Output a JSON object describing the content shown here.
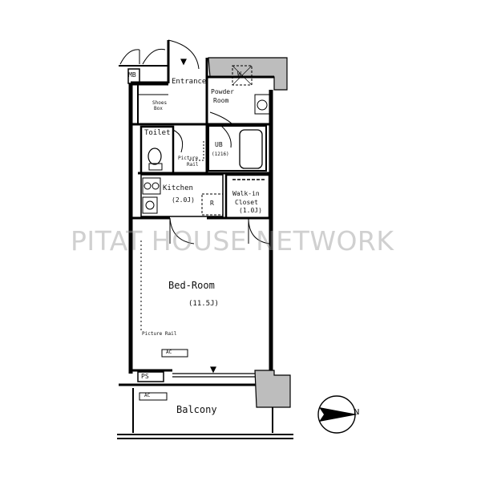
{
  "watermark": "PITAT HOUSE NETWORK",
  "rooms": {
    "entrance": "Entrance",
    "powder_room_line1": "Powder",
    "powder_room_line2": "Room",
    "w_mark": "W",
    "mb": "MB",
    "shoes_box_line1": "Shoes",
    "shoes_box_line2": "Box",
    "toilet": "Toilet",
    "ub_line1": "UB",
    "ub_line2": "(1216)",
    "picture_rail_upper_line1": "Picture",
    "picture_rail_upper_line2": "Rail",
    "kitchen": "Kitchen",
    "kitchen_size": "(2.0J)",
    "fridge": "R",
    "wic_line1": "Walk-in",
    "wic_line2": "Closet",
    "wic_size": "(1.0J)",
    "bedroom": "Bed-Room",
    "bedroom_size": "(11.5J)",
    "picture_rail_lower": "Picture Rail",
    "ac_bedroom": "AC",
    "ps": "PS",
    "ac_balcony": "AC",
    "balcony": "Balcony"
  },
  "compass": {
    "label": "N"
  }
}
